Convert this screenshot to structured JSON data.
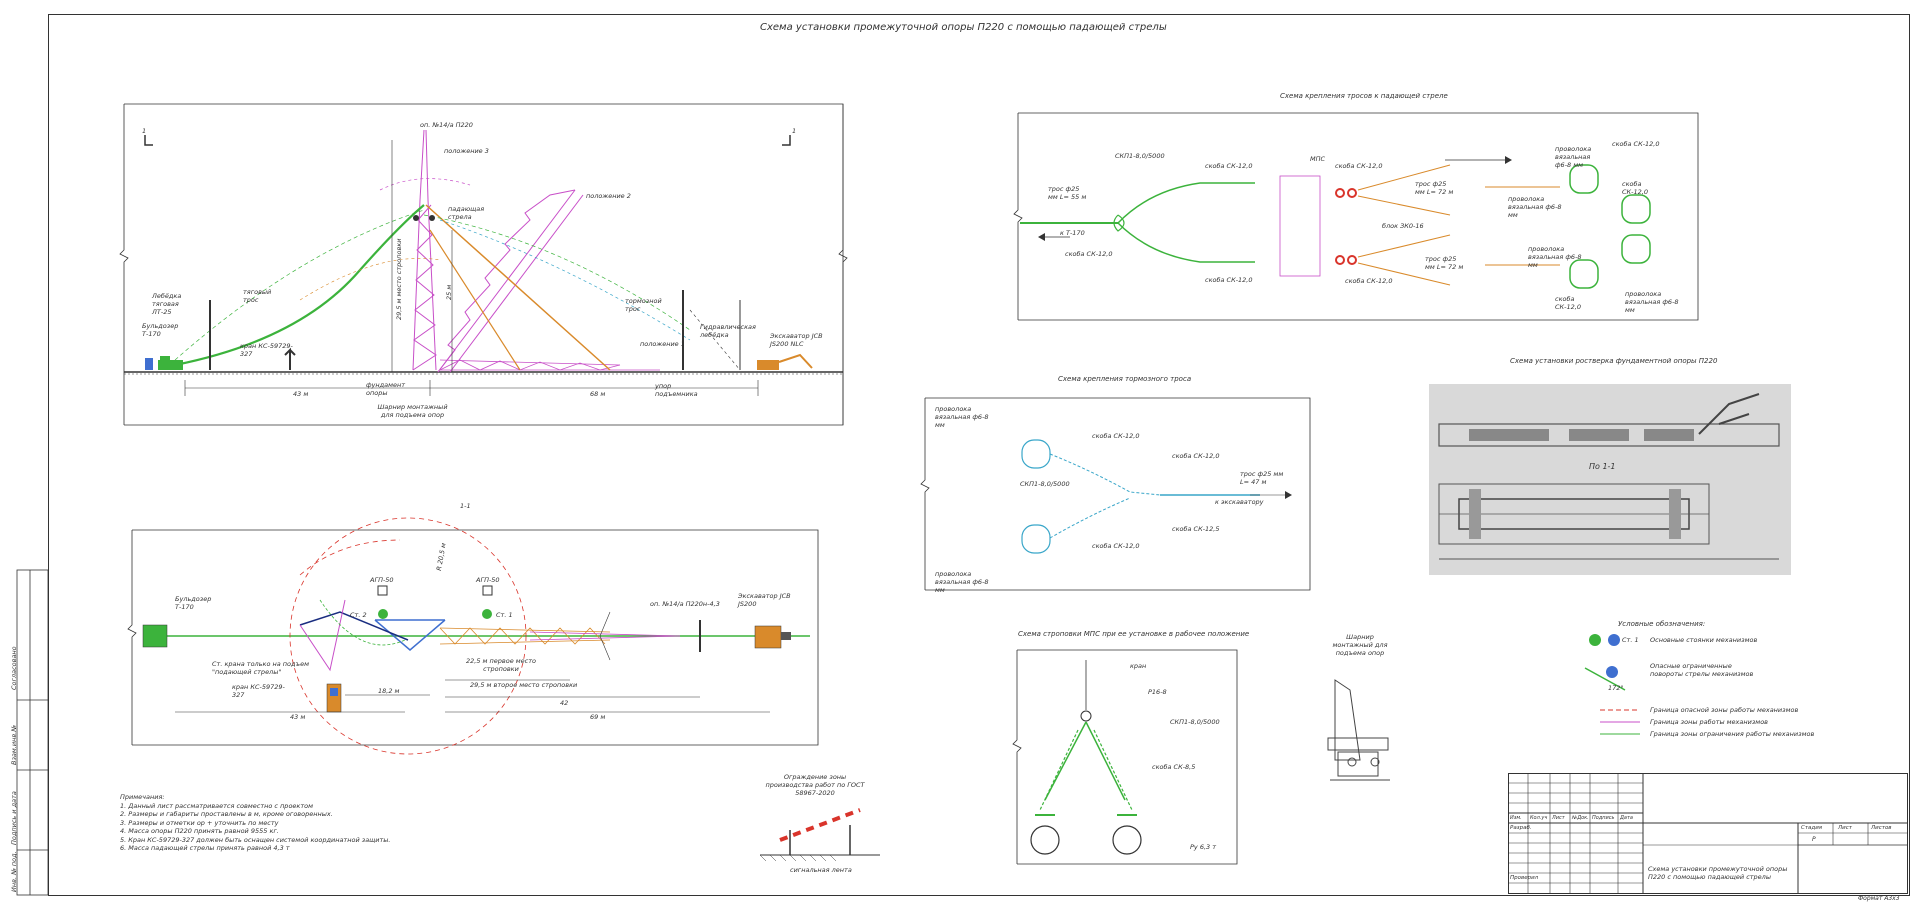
{
  "sheet": {
    "title": "Схема установки промежуточной опоры П220 с помощью падающей стрелы",
    "format": "Формат А3х3"
  },
  "side_stamp": [
    "Согласовано",
    "Взам.инв.№",
    "Подпись и дата",
    "Инв. № под."
  ],
  "view_main": {
    "section_marks": [
      "1",
      "1"
    ],
    "labels": {
      "pole": "оп. №14/а П220",
      "pos3": "положение 3",
      "pos2": "положение 2",
      "pos1": "положение 1",
      "boom": "падающая стрела",
      "winch": "Лебёдка тяговая ЛТ-25",
      "bulldozer": "Бульдозер Т-170",
      "cable": "тяговый трос",
      "crane": "кран КС-59729-327",
      "height1": "29,5 м место строповки",
      "height2": "25 м",
      "brake_cable": "тормозной трос",
      "hydro_winch": "Гидравлическая лебёдка",
      "excavator": "Экскаватор JCB JS200 NLC",
      "foundation": "фундамент опоры",
      "hinge": "Шарнир монтажный для подъема опор",
      "stop": "упор подъемника",
      "dim_left": "43 м",
      "dim_right": "68 м"
    }
  },
  "view_plan": {
    "title": "1-1",
    "labels": {
      "bulldozer": "Бульдозер Т-170",
      "excavator": "Экскаватор JCB JS200",
      "pole": "оп. №14/а П220н-4,3",
      "crane_note": "Ст. крана только на подъем \"подающей стрелы\"",
      "crane": "кран КС-59729-327",
      "agp1": "АГП-50",
      "agp2": "АГП-50",
      "st1": "Ст. 1",
      "st2": "Ст. 2",
      "point1": "22,5 м первое место строповки",
      "point2": "29,5 м второе место строповки",
      "dims": [
        "43 м",
        "18,2 м",
        "42",
        "69 м"
      ],
      "radius": "R 20,5 м"
    }
  },
  "rope_scheme": {
    "title": "Схема крепления тросов к падающей стреле",
    "labels": [
      "трос ф25 мм L= 55 м",
      "к Т-170",
      "СКП1-8,0/5000",
      "скоба СК-12,0",
      "скоба СК-12,0",
      "скоба СК-12,0",
      "МПС",
      "скоба СК-12,0",
      "трос ф25 мм L= 72 м",
      "блок ЗК0-16",
      "трос ф25 мм L= 72 м",
      "скоба СК-12,0",
      "проволока вязальная ф6-8 мм",
      "скоба СК-12,0",
      "проволока вязальная ф6-8 мм",
      "скоба СК-12,0",
      "проволока вязальная ф6-8 мм",
      "скоба СК-12,0",
      "проволока вязальная ф6-8 мм"
    ]
  },
  "brake_scheme": {
    "title": "Схема крепления тормозного троса",
    "labels": [
      "проволока вязальная ф6-8 мм",
      "скоба СК-12,0",
      "СКП1-8,0/5000",
      "скоба СК-12,0",
      "трос ф25 мм L= 47 м",
      "к экскаватору",
      "скоба СК-12,0",
      "скоба СК-12,5",
      "проволока вязальная ф6-8 мм"
    ]
  },
  "foundation_photo": {
    "title": "Схема установки ростверка фундаментной опоры П220",
    "caption": "По 1-1"
  },
  "legend": {
    "title": "Условные обозначения:",
    "items": [
      "Основные стоянки механизмов",
      "Опасные ограниченные повороты стрелы механизмов",
      "Граница опасной зоны работы механизмов",
      "Граница зоны работы механизмов",
      "Граница зоны ограничения работы механизмов"
    ],
    "st_label": "Ст. 1",
    "angle_label": "172°"
  },
  "mps_scheme": {
    "title": "Схема строповки МПС при ее установке в рабочее положение",
    "labels": [
      "кран",
      "Р16-8",
      "СКП1-8,0/5000",
      "скоба СК-8,5",
      "Ру 6,3 т"
    ]
  },
  "hinge_scheme": {
    "title": "Шарнир монтажный для подъема опор"
  },
  "zone_scheme": {
    "title": "Ограждение зоны производства работ по ГОСТ 58967-2020",
    "caption": "сигнальная лента"
  },
  "notes": {
    "heading": "Примечания:",
    "items": [
      "1.   Данный лист рассматривается совместно с проектом",
      "2.   Размеры и габариты проставлены в м, кроме оговоренных.",
      "3.   Размеры и отметки ор + уточнить по месту",
      "4.   Масса опоры П220 принять равной 9555 кг.",
      "5.   Кран КС-59729-327 должен быть оснащен системой координатной защиты.",
      "6.   Масса падающей стрелы принять равной 4,3 т"
    ]
  },
  "title_block": {
    "headers": [
      "Изм.",
      "Кол.уч",
      "Лист",
      "№Док.",
      "Подпись",
      "Дата"
    ],
    "developed": "Разраб.",
    "checked": "Проверил",
    "stage": "Стадия",
    "sheet": "Лист",
    "sheets": "Листов",
    "stage_value": "Р",
    "name": "Схема установки промежуточной опоры П220 с помощью падающей стрелы"
  },
  "colors": {
    "green": "#3cb33c",
    "magenta": "#c84fc8",
    "orange": "#d98a2b",
    "red": "#d9342b",
    "blue": "#3f6fd0",
    "cyan": "#39a6c9"
  }
}
